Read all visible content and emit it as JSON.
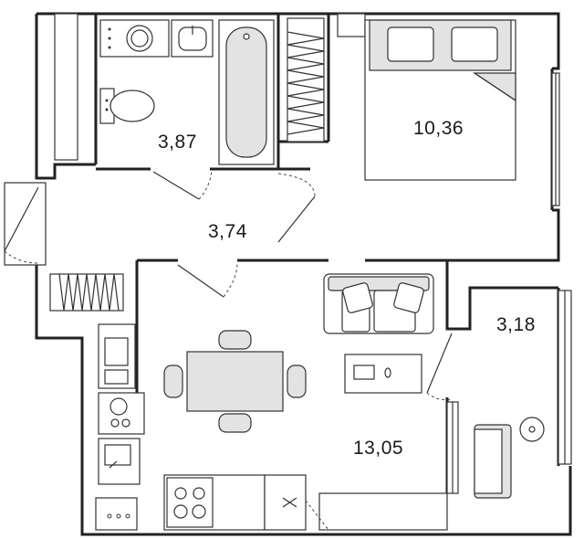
{
  "plan": {
    "rooms": [
      {
        "id": "bathroom",
        "area": "3,87"
      },
      {
        "id": "bedroom",
        "area": "10,36"
      },
      {
        "id": "hallway",
        "area": "3,74"
      },
      {
        "id": "balcony",
        "area": "3,18"
      },
      {
        "id": "kitchen_living",
        "area": "13,05"
      }
    ],
    "colors": {
      "wall": "#222222",
      "furniture_fill": "#e3e3e3",
      "background": "#ffffff"
    }
  }
}
